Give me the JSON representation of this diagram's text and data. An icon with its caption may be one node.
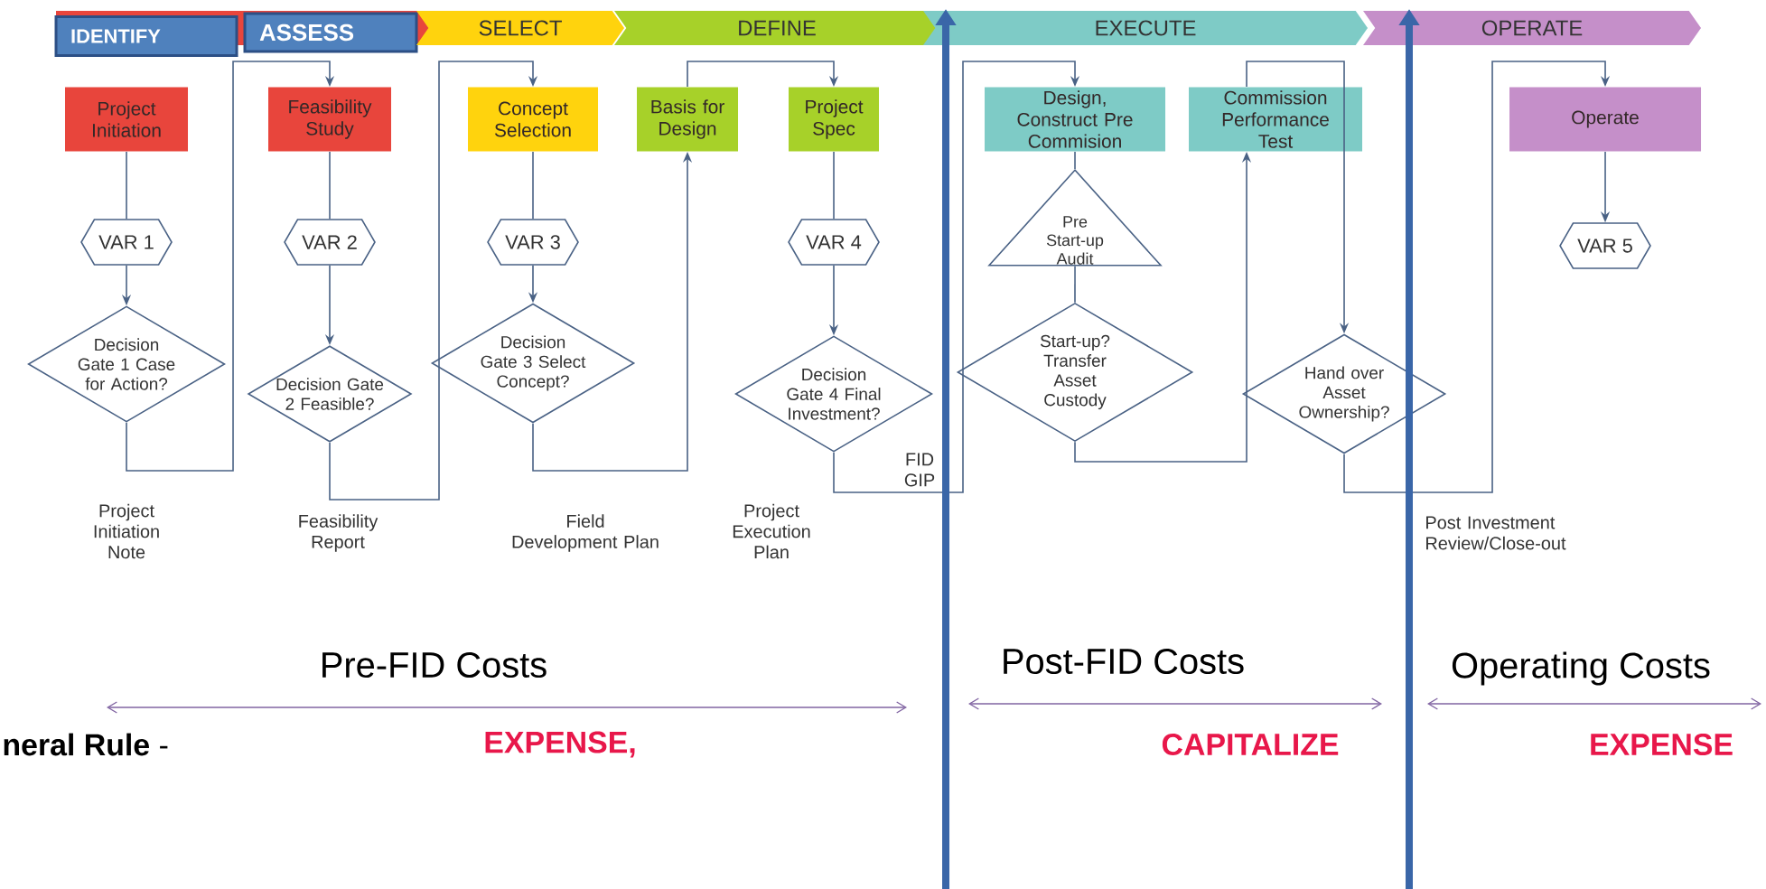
{
  "diagram": {
    "nodes": [
      {
        "text": [
          "IDENTIFY"
        ]
      },
      {
        "text": [
          "ASSESS"
        ]
      },
      {
        "text": [
          "SELECT"
        ]
      },
      {
        "text": [
          "DEFINE"
        ]
      },
      {
        "text": [
          "EXECUTE"
        ]
      },
      {
        "text": [
          "OPERATE"
        ]
      },
      {
        "text": [
          "Project Initiation"
        ]
      },
      {
        "text": [
          "VAR 1"
        ]
      },
      {
        "text": [
          "Decision Gate 1 Case for Action?"
        ]
      },
      {
        "text": [
          "Feasibility Study"
        ]
      },
      {
        "text": [
          "VAR 2"
        ]
      },
      {
        "text": [
          "Decision Gate 2 Feasible?"
        ]
      },
      {
        "text": [
          "Concept Selection"
        ]
      },
      {
        "text": [
          "VAR 3"
        ]
      },
      {
        "text": [
          "Decision Gate 3 Select Concept?"
        ]
      },
      {
        "text": [
          "Basis for Design"
        ]
      },
      {
        "text": [
          "Project Spec"
        ]
      },
      {
        "text": [
          "VAR 4"
        ]
      },
      {
        "text": [
          "Decision Gate 4 Final Investment?"
        ]
      },
      {
        "text": [
          "Design, Construct Pre Commision"
        ]
      },
      {
        "text": [
          "Pre Start-up Audit"
        ]
      },
      {
        "text": [
          "Start-up? Transfer Asset Custody"
        ]
      },
      {
        "text": [
          "Commission Performance Test"
        ]
      },
      {
        "text": [
          "Hand over Asset Ownership?"
        ]
      },
      {
        "text": [
          "Operate"
        ]
      },
      {
        "text": [
          "VAR 5"
        ]
      }
    ],
    "edges": [
      {
        "from": 6,
        "to": 7,
        "arrow": "none"
      },
      {
        "from": 7,
        "to": 8,
        "arrow": "to"
      },
      {
        "from": 8,
        "to": 9,
        "arrow": "to"
      },
      {
        "from": 9,
        "to": 10,
        "arrow": "none"
      },
      {
        "from": 10,
        "to": 11,
        "arrow": "to"
      },
      {
        "from": 11,
        "to": 12,
        "arrow": "to"
      },
      {
        "from": 12,
        "to": 13,
        "arrow": "none"
      },
      {
        "from": 13,
        "to": 14,
        "arrow": "to"
      },
      {
        "from": 14,
        "to": 15,
        "arrow": "to"
      },
      {
        "from": 15,
        "to": 16,
        "arrow": "to"
      },
      {
        "from": 16,
        "to": 17,
        "arrow": "none"
      },
      {
        "from": 17,
        "to": 18,
        "arrow": "to"
      },
      {
        "from": 18,
        "to": 19,
        "arrow": "to"
      },
      {
        "from": 19,
        "to": 20,
        "arrow": "none"
      },
      {
        "from": 20,
        "to": 21,
        "arrow": "none"
      },
      {
        "from": 21,
        "to": 22,
        "arrow": "to"
      },
      {
        "from": 22,
        "to": 23,
        "arrow": "to"
      },
      {
        "from": 23,
        "to": 24,
        "arrow": "to"
      },
      {
        "from": 24,
        "to": 25,
        "arrow": "to"
      }
    ],
    "labels": [
      "FID GIP",
      "Project Initiation Note",
      "Feasibility Report",
      "Field Development Plan",
      "Project Execution Plan",
      "Post Investment Review/Close-out",
      "Pre-FID Costs",
      "Post-FID Costs",
      "Operating Costs",
      "**neral Rule** -",
      "EXPENSE,",
      "CAPITALIZE",
      "EXPENSE"
    ]
  }
}
